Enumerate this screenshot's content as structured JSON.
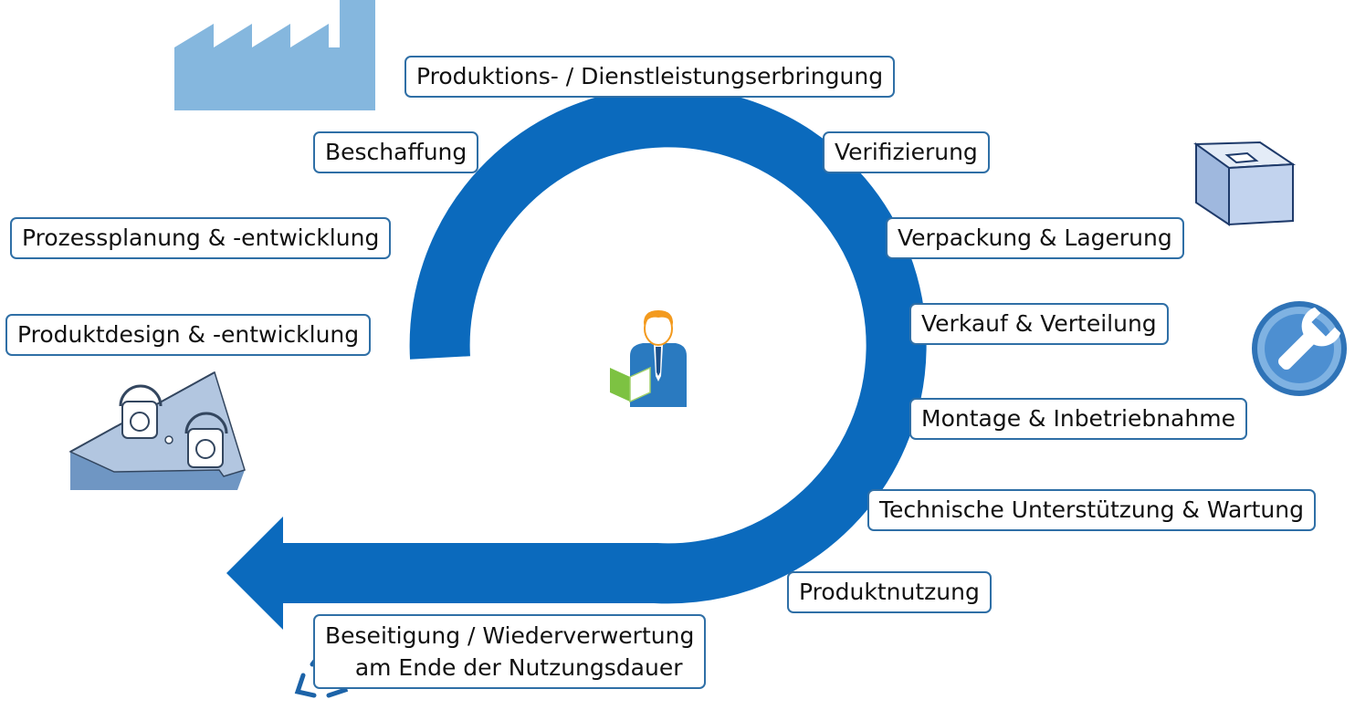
{
  "stages": {
    "production": "Produktions- / Dienstleistungserbringung",
    "procurement": "Beschaffung",
    "verification": "Verifizierung",
    "process_planning": "Prozessplanung & -entwicklung",
    "packaging": "Verpackung & Lagerung",
    "product_design": "Produktdesign & -entwicklung",
    "sales": "Verkauf & Verteilung",
    "assembly": "Montage & Inbetriebnahme",
    "support": "Technische Unterstützung & Wartung",
    "usage": "Produktnutzung",
    "disposal_line1": "Beseitigung / Wiederverwertung",
    "disposal_line2": "am Ende der Nutzungsdauer"
  },
  "icons": {
    "factory": "factory-icon",
    "box": "package-box-icon",
    "wrench": "wrench-icon",
    "machine": "machine-sketch-icon",
    "person": "person-with-book-icon",
    "recycle": "recycle-icon"
  },
  "colors": {
    "cycle_arrow": "#0b6abd",
    "box_border": "#2f6fa6",
    "factory": "#85b7de",
    "person_orange": "#f39a1e",
    "book_green": "#7dc242"
  }
}
